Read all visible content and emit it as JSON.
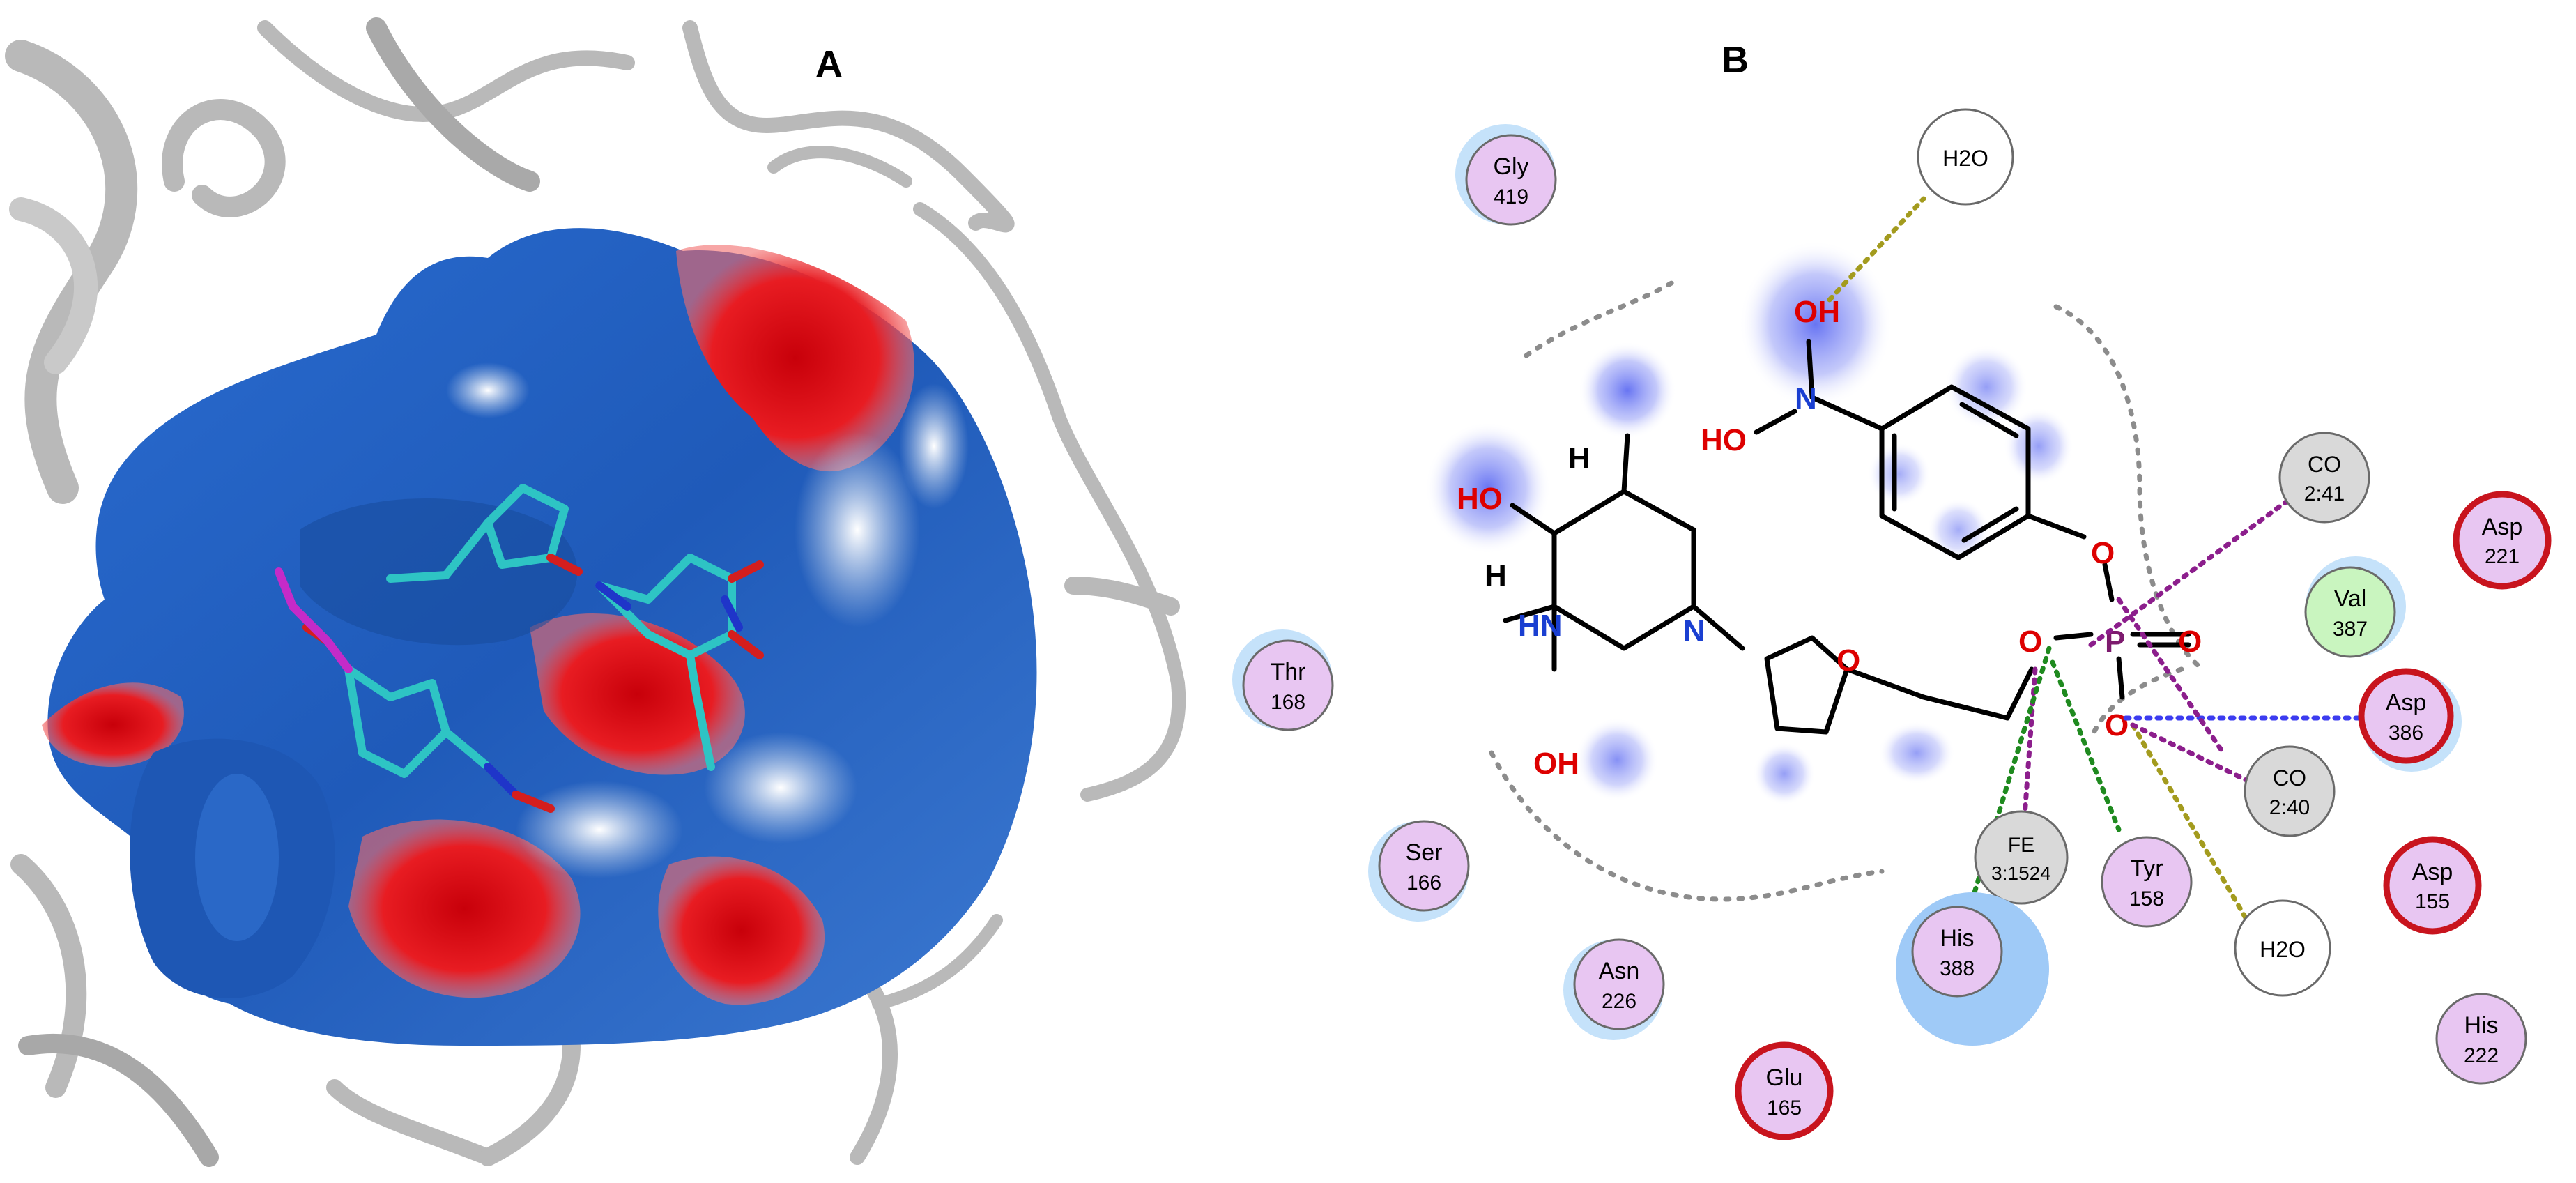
{
  "panels": {
    "a": {
      "label": "A"
    },
    "b": {
      "label": "B"
    }
  },
  "colors": {
    "ribbon": "#b9b9b9",
    "surface_positive": "#1f5fbf",
    "surface_negative": "#d80f14",
    "ligand_carbon": "#2ec4c4",
    "residue_fill": "#e8c6f2",
    "water_fill": "#ffffff",
    "backbone_fill": "#d9d9d9",
    "nonpolar_fill": "#c9f5bf",
    "acidic_ring": "#c8141e",
    "oxygen": "#dd0000",
    "nitrogen": "#1a3fd1",
    "phosphorus": "#7d1a6e"
  },
  "atoms": {
    "oh": "OH",
    "ho": "HO",
    "n": "N",
    "nh": "HN",
    "h": "H",
    "o": "O",
    "p": "P"
  },
  "residues": [
    {
      "id": "gly419",
      "name": "Gly",
      "num": "419"
    },
    {
      "id": "h2o-top",
      "name": "H2O",
      "num": ""
    },
    {
      "id": "co241",
      "name": "CO",
      "num": "2:41"
    },
    {
      "id": "asp221",
      "name": "Asp",
      "num": "221"
    },
    {
      "id": "val387",
      "name": "Val",
      "num": "387"
    },
    {
      "id": "thr168",
      "name": "Thr",
      "num": "168"
    },
    {
      "id": "asp386",
      "name": "Asp",
      "num": "386"
    },
    {
      "id": "co240",
      "name": "CO",
      "num": "2:40"
    },
    {
      "id": "fe",
      "name": "FE",
      "num": "3:1524"
    },
    {
      "id": "tyr158",
      "name": "Tyr",
      "num": "158"
    },
    {
      "id": "asp155",
      "name": "Asp",
      "num": "155"
    },
    {
      "id": "ser166",
      "name": "Ser",
      "num": "166"
    },
    {
      "id": "his388",
      "name": "His",
      "num": "388"
    },
    {
      "id": "h2o-bottom",
      "name": "H2O",
      "num": ""
    },
    {
      "id": "asn226",
      "name": "Asn",
      "num": "226"
    },
    {
      "id": "his222",
      "name": "His",
      "num": "222"
    },
    {
      "id": "glu165",
      "name": "Glu",
      "num": "165"
    }
  ]
}
